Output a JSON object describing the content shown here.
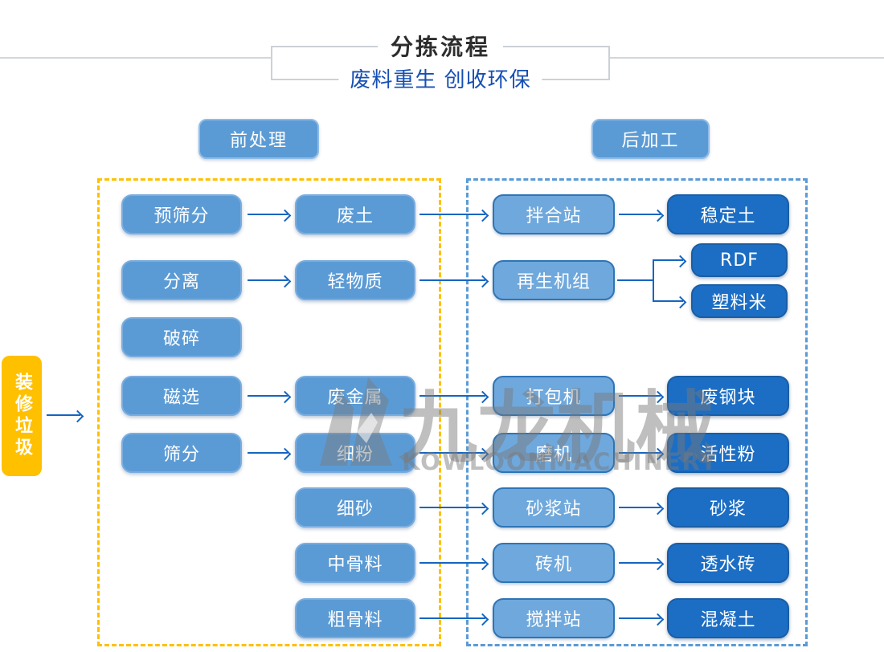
{
  "header": {
    "title": "分拣流程",
    "subtitle": "废料重生 创收环保"
  },
  "stages": {
    "pre": "前处理",
    "post": "后加工"
  },
  "source": {
    "label": "装修垃圾"
  },
  "watermark": {
    "cn": "九龙机械",
    "en": "KOWLOONMACHINERY"
  },
  "colors": {
    "node_light": "#5b9bd5",
    "node_mid": "#6fa8dc",
    "node_dark": "#1c6ec4",
    "accent_yellow": "#ffc000",
    "dash_blue": "#5b9bd5",
    "arrow_blue": "#1565c0",
    "subtitle_blue": "#164fb4",
    "title_dark": "#2d2d2d"
  },
  "nodes": {
    "col1": [
      "预筛分",
      "分离",
      "破碎",
      "磁选",
      "筛分"
    ],
    "col2": [
      "废土",
      "轻物质",
      "废金属",
      "细粉",
      "细砂",
      "中骨料",
      "粗骨料"
    ],
    "col3": [
      "拌合站",
      "再生机组",
      "打包机",
      "磨机",
      "砂浆站",
      "砖机",
      "搅拌站"
    ],
    "col4": [
      "稳定土",
      "RDF",
      "塑料米",
      "废钢块",
      "活性粉",
      "砂浆",
      "透水砖",
      "混凝土"
    ]
  }
}
